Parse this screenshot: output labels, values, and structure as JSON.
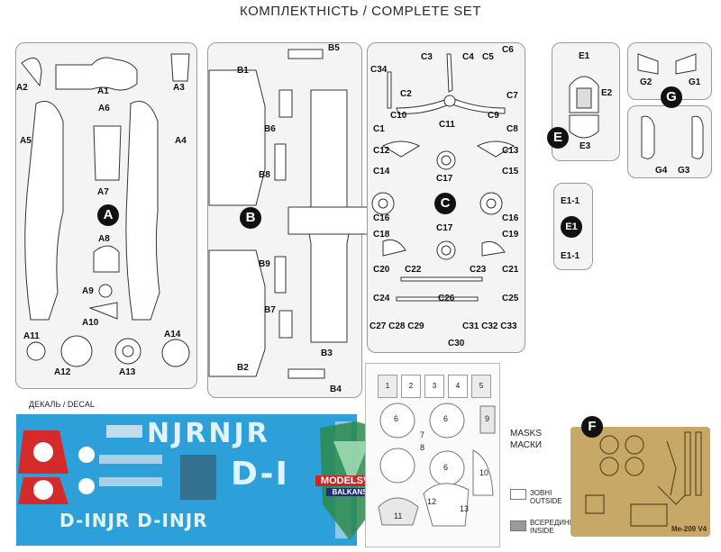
{
  "title": "КОМПЛЕКТНІСТЬ / COMPLETE SET",
  "sprues": {
    "A": {
      "badge": "A",
      "labels": [
        "A2",
        "A1",
        "A3",
        "A6",
        "A5",
        "A4",
        "A7",
        "A8",
        "A9",
        "A10",
        "A11",
        "A14",
        "A12",
        "A13"
      ]
    },
    "B": {
      "badge": "B",
      "labels": [
        "B5",
        "B1",
        "B6",
        "B8",
        "B9",
        "B7",
        "B2",
        "B3",
        "B4"
      ]
    },
    "C": {
      "badge": "C",
      "labels": [
        "C6",
        "C3",
        "C4",
        "C5",
        "C34",
        "C2",
        "C7",
        "C10",
        "C11",
        "C9",
        "C8",
        "C1",
        "C12",
        "C13",
        "C14",
        "C17",
        "C15",
        "C16",
        "C16",
        "C17",
        "C18",
        "C19",
        "C20",
        "C22",
        "C23",
        "C21",
        "C24",
        "C26",
        "C25",
        "C27 C28 C29",
        "C31 C32 C33",
        "C30"
      ]
    },
    "E": {
      "badge": "E",
      "labels": [
        "E1",
        "E2",
        "E3"
      ]
    },
    "E1": {
      "badge": "E1",
      "labels": [
        "E1-1",
        "E1-1"
      ]
    },
    "G": {
      "badge": "G",
      "labels": [
        "G2",
        "G1",
        "G4",
        "G3"
      ]
    }
  },
  "decal": {
    "title": "ДЕКАЛЬ / DECAL",
    "codes_top": "NJRNJR",
    "codes_mid": "D-I",
    "codes_bottom": "D-INJR D-INJR"
  },
  "masks": {
    "boxes": [
      "1",
      "2",
      "3",
      "4",
      "5"
    ],
    "circles": [
      "6",
      "6",
      "6"
    ],
    "numbers": [
      "7",
      "8",
      "9",
      "10",
      "11",
      "12",
      "13"
    ],
    "title_en": "MASKS",
    "title_ua": "МАСКИ",
    "legend_outside": "ЗОВНІ OUTSIDE",
    "legend_inside": "ВСЕРЕДИНІ INSIDE"
  },
  "pe": {
    "badge": "F",
    "model": "Me-209 V4"
  },
  "watermark": {
    "line1": "MODELSVIT",
    "line2": "BALKANS"
  },
  "colors": {
    "decal_blue": "#2d9fd9",
    "decal_red": "#d42a2a",
    "pe_gold": "#c7a866",
    "frame_gray": "#9a9a9a"
  }
}
